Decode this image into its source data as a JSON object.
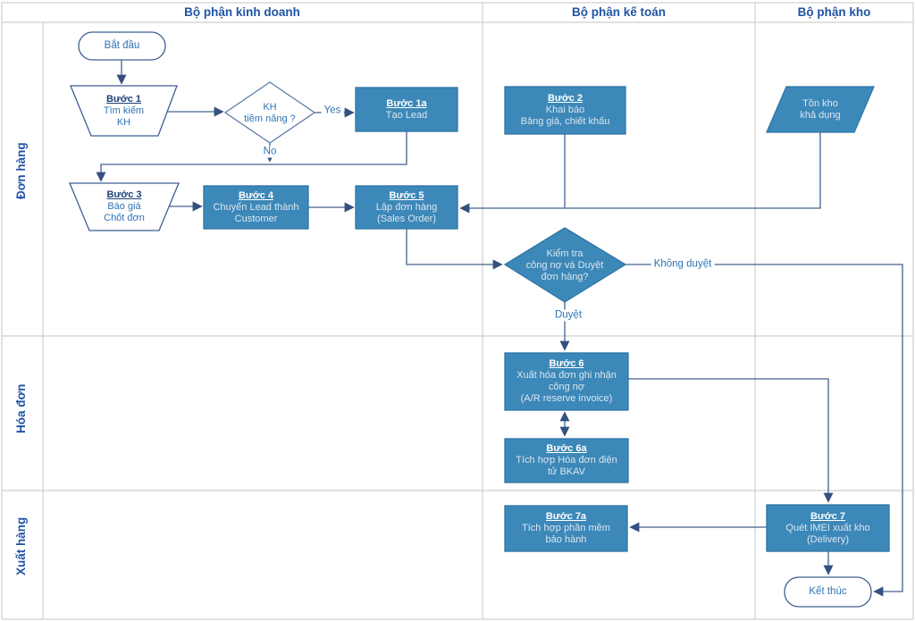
{
  "lanes": {
    "columns": [
      {
        "label": "Bộ phận kinh doanh"
      },
      {
        "label": "Bộ phận kế toán"
      },
      {
        "label": "Bộ phận kho"
      }
    ],
    "rows": [
      {
        "label": "Đơn hàng"
      },
      {
        "label": "Hóa đơn"
      },
      {
        "label": "Xuất hàng"
      }
    ]
  },
  "nodes": {
    "start": {
      "label": "Bắt đầu"
    },
    "b1": {
      "title": "Bước 1",
      "body": [
        "Tìm kiếm",
        "KH"
      ]
    },
    "kh": {
      "body": [
        "KH",
        "tiềm năng ?"
      ]
    },
    "b1a": {
      "title": "Bước 1a",
      "body": [
        "Tạo Lead"
      ]
    },
    "b2": {
      "title": "Bước 2",
      "body": [
        "Khai báo",
        "Bảng giá, chiết khấu"
      ]
    },
    "stock": {
      "body": [
        "Tồn kho",
        "khả dụng"
      ]
    },
    "b3": {
      "title": "Bước 3",
      "body": [
        "Báo giá",
        "Chốt đơn"
      ]
    },
    "b4": {
      "title": "Bước 4",
      "body": [
        "Chuyển Lead thành",
        "Customer"
      ]
    },
    "b5": {
      "title": "Bước 5",
      "body": [
        "Lập đơn hàng",
        "(Sales Order)"
      ]
    },
    "check": {
      "body": [
        "Kiểm tra",
        "công nợ và Duyệt",
        "đơn hàng?"
      ]
    },
    "b6": {
      "title": "Bước 6",
      "body": [
        "Xuất hóa đơn ghi nhận",
        "công nợ",
        "(A/R reserve invoice)"
      ]
    },
    "b6a": {
      "title": "Bước 6a",
      "body": [
        "Tích hợp Hóa đơn điện",
        "tử BKAV"
      ]
    },
    "b7a": {
      "title": "Bước 7a",
      "body": [
        "Tích hợp phần mềm",
        "bảo hành"
      ]
    },
    "b7": {
      "title": "Bước 7",
      "body": [
        "Quét IMEI xuất kho",
        "(Delivery)"
      ]
    },
    "end": {
      "label": "Kết thúc"
    }
  },
  "edge_labels": {
    "yes": "Yes",
    "no": "No",
    "approve": "Duyệt",
    "reject": "Không duyệt"
  },
  "colors": {
    "node_fill": "#3C88B8",
    "node_border": "#2E75A6",
    "outline_shape_border": "#3F5E95",
    "connector": "#44618E",
    "header_text": "#2053A6",
    "blue_text": "#2E74B5",
    "light_text": "#DCE6F1",
    "grid": "#CFCFCF"
  }
}
